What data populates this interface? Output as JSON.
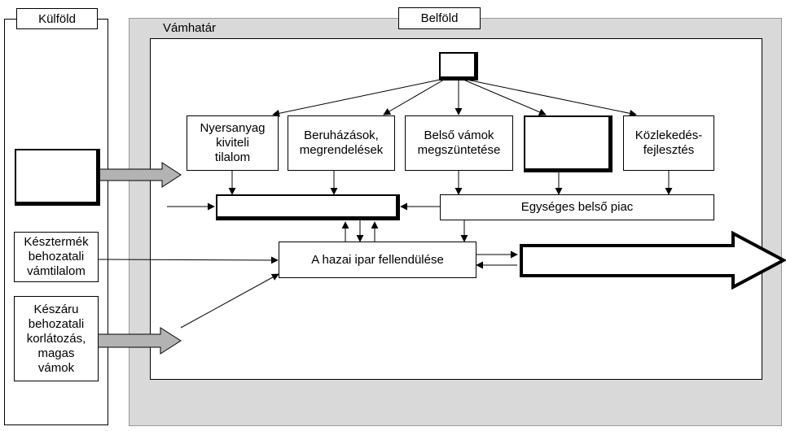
{
  "regions": {
    "abroad_label": "Külföld",
    "domestic_label": "Belföld",
    "customs_border_label": "Vámhatár"
  },
  "boxes": {
    "raw_material_export_ban": "Nyersanyag\nkiviteli\ntilalom",
    "investments_orders": "Beruházások,\nmegrendelések",
    "internal_duties_abolition": "Belső vámok\nmegszüntetése",
    "transport_development": "Közlekedés-\nfejlesztés",
    "unified_internal_market": "Egységes belső piac",
    "domestic_industry_boom": "A hazai ipar fellendülése",
    "finished_goods_import_ban": "Késztermék\nbehozatali\nvámtilalom",
    "finished_goods_import_restriction": "Készáru\nbehozatali\nkorlátozás,\nmagas\nvámok"
  },
  "colors": {
    "border_band": "#d9d9d9",
    "arrow_fill": "#b3b3b3",
    "line": "#000000"
  }
}
